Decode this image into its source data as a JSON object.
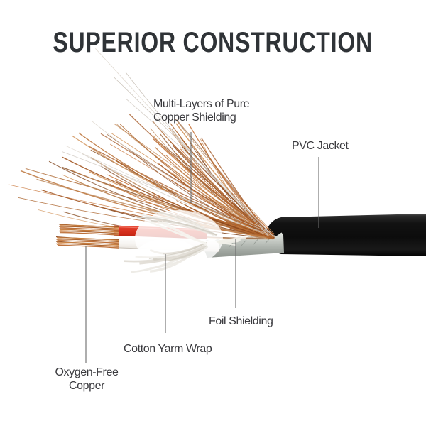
{
  "title": "SUPERIOR CONSTRUCTION",
  "diagram": {
    "labels": {
      "copper_shielding": "Multi-Layers of Pure\nCopper Shielding",
      "pvc_jacket": "PVC Jacket",
      "foil_shielding": "Foil Shielding",
      "cotton_wrap": "Cotton Yarm Wrap",
      "oxygen_free": "Oxygen-Free\nCopper"
    }
  },
  "colors": {
    "background": "#ffffff",
    "title_text": "#2f3337",
    "label_text": "#3a3a3e",
    "leader_line": "#6b6b6b",
    "pvc_jacket": "#111111",
    "red_wire": "#d32f1f",
    "white_wire": "#f4f1ee",
    "copper": "#b96b35",
    "foil": "#b8bdb7",
    "cotton": "#efece6"
  }
}
